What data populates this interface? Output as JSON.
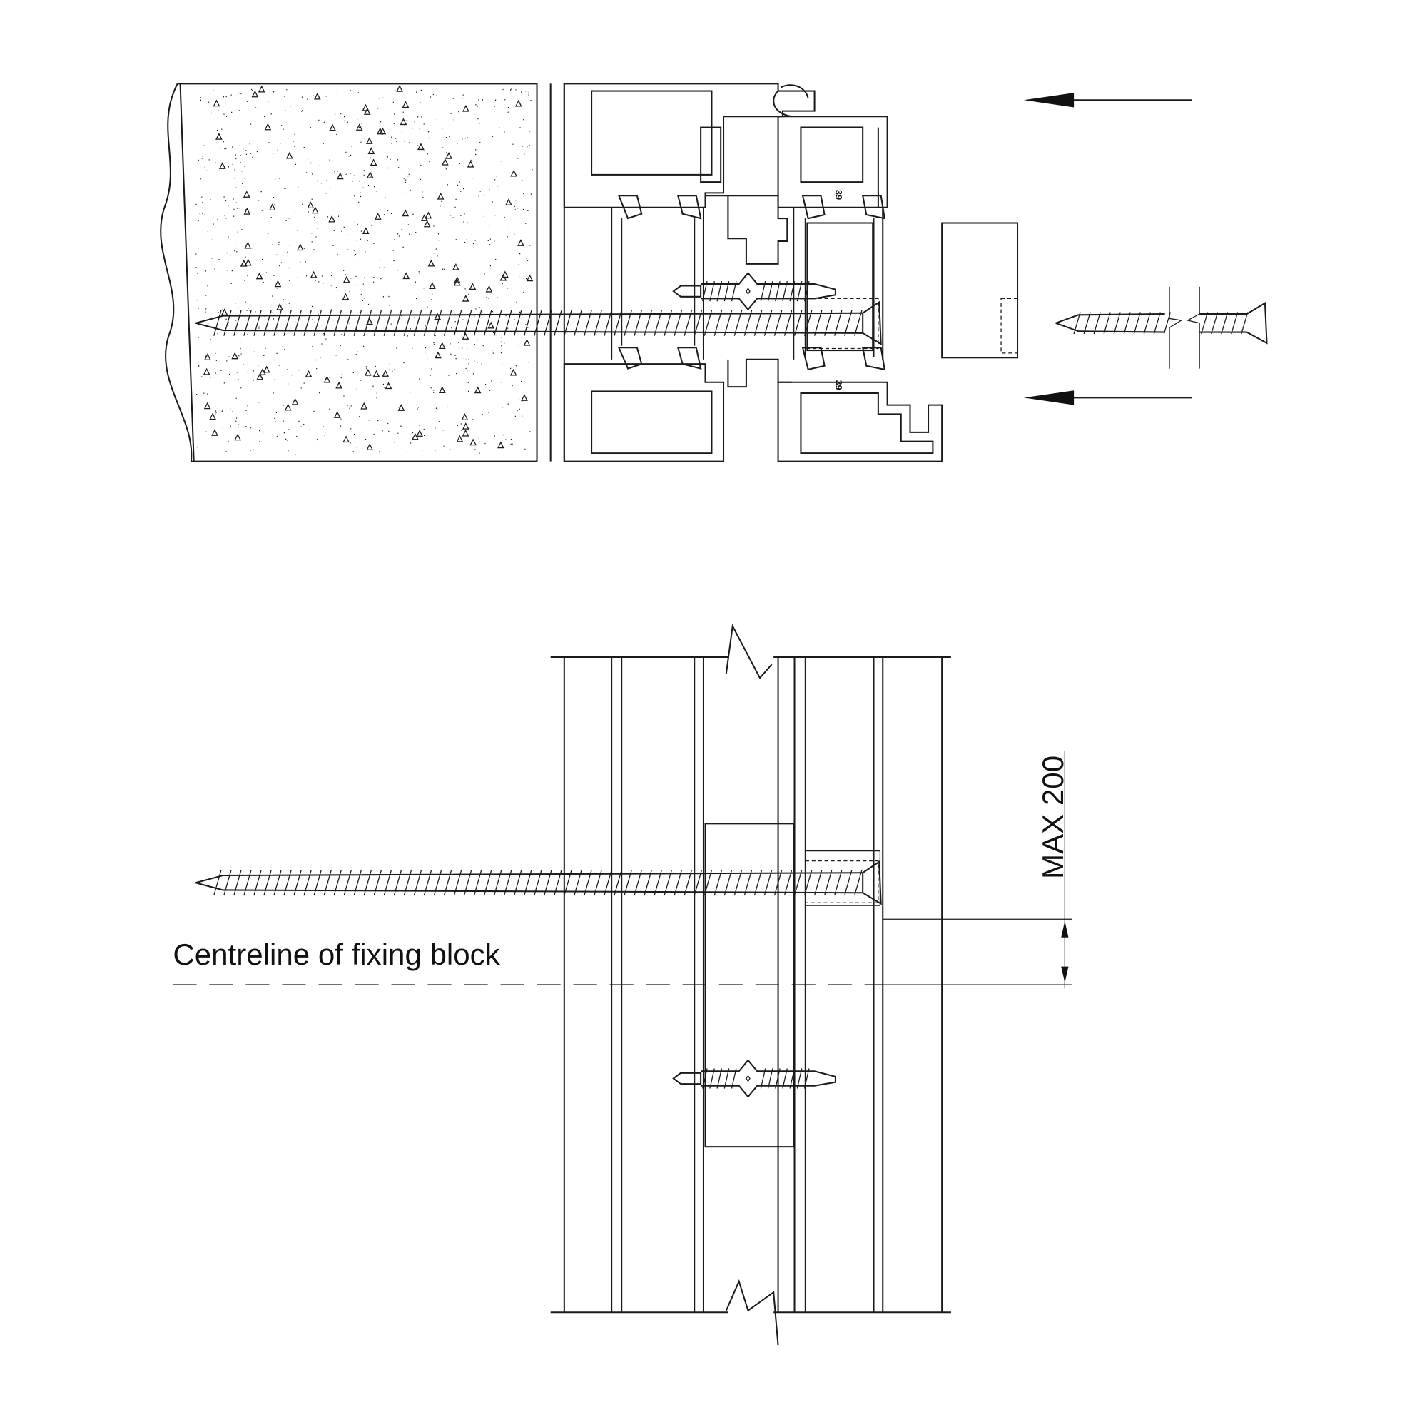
{
  "drawing": {
    "centreline_label": "Centreline of fixing block",
    "dimension_label": "MAX 200",
    "profile_mark_top": "39",
    "profile_mark_bottom": "39",
    "line_color": "#1a1a1a",
    "background_color": "#ffffff"
  }
}
